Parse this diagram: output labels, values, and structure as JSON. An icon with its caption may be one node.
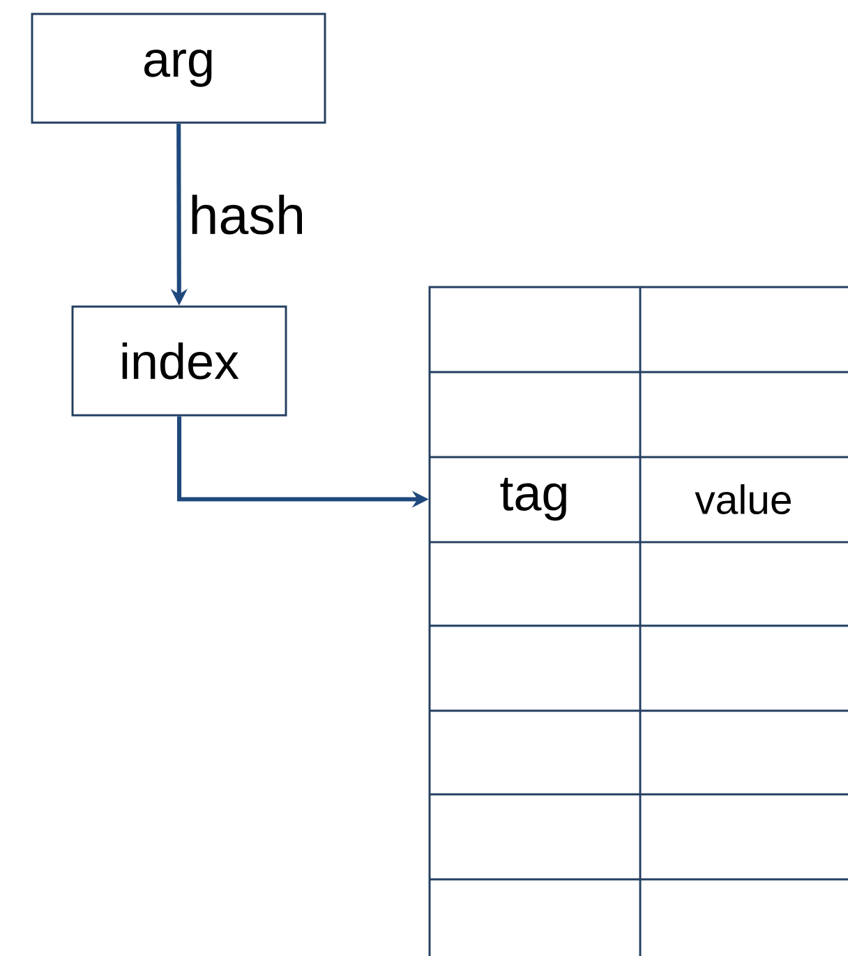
{
  "diagram": {
    "nodes": [
      {
        "text": [
          "arg"
        ]
      },
      {
        "text": [
          "index"
        ]
      },
      {
        "text": [],
        "shape": "box"
      },
      {
        "text": [
          "tag"
        ],
        "in": 2
      },
      {
        "text": [
          "value"
        ],
        "in": 2
      }
    ],
    "edges": [
      {
        "from": 0,
        "to": 1,
        "arrow": "to",
        "label": "hash"
      },
      {
        "from": 1,
        "to": 3,
        "arrow": "to"
      }
    ]
  }
}
